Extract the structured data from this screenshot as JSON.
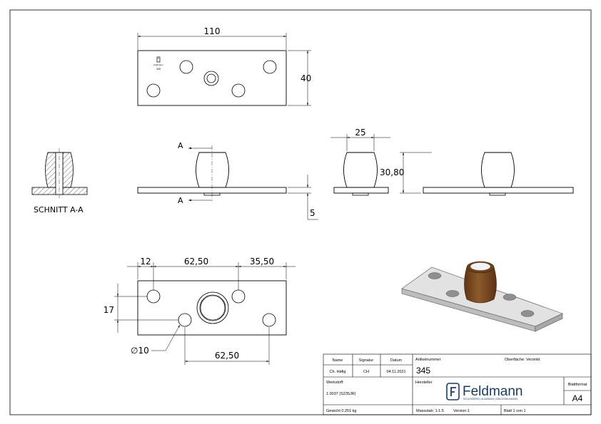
{
  "dimensions": {
    "top_width": "110",
    "top_height": "40",
    "side_thickness": "5",
    "front_width": "25",
    "front_height": "30,80",
    "bottom_offset_left": "12",
    "bottom_spacing_1": "62,50",
    "bottom_offset_right": "35,50",
    "bottom_vertical": "17",
    "hole_diameter": "∅10",
    "bottom_spacing_2": "62,50"
  },
  "section": {
    "marker_a": "A",
    "title": "SCHNITT A-A"
  },
  "logo_plate_text": {
    "name": "Feldmann",
    "code": "345"
  },
  "title_block": {
    "headers": {
      "name": "Name",
      "signature": "Signatur",
      "date": "Datum",
      "article_number": "Artikelnummer",
      "surface": "Oberfläche:",
      "material": "Werkstoff:",
      "manufacturer": "Hersteller",
      "sheet_format": "Blattformat"
    },
    "values": {
      "author_name": "Ch. Häfig",
      "signature": "CH",
      "date": "04.11.2021",
      "article_number": "345",
      "surface": "Verzinkt",
      "material": "1.0037 (S235JR)",
      "sheet_format": "A4",
      "weight": "Gewicht 0.251 kg",
      "scale": "Massstab: 1:1.5",
      "version": "Version:1",
      "sheet": "Blatt 1 von 1"
    },
    "brand": {
      "name": "Feldmann",
      "tagline": "SCHLOSSEREI | ALUMINIUM | EDELSTAHLHANDEL"
    }
  },
  "colors": {
    "line": "#000000",
    "brand_blue": "#1f3b63",
    "wood": "#7a4a22",
    "plate": "#dcdcdc"
  }
}
